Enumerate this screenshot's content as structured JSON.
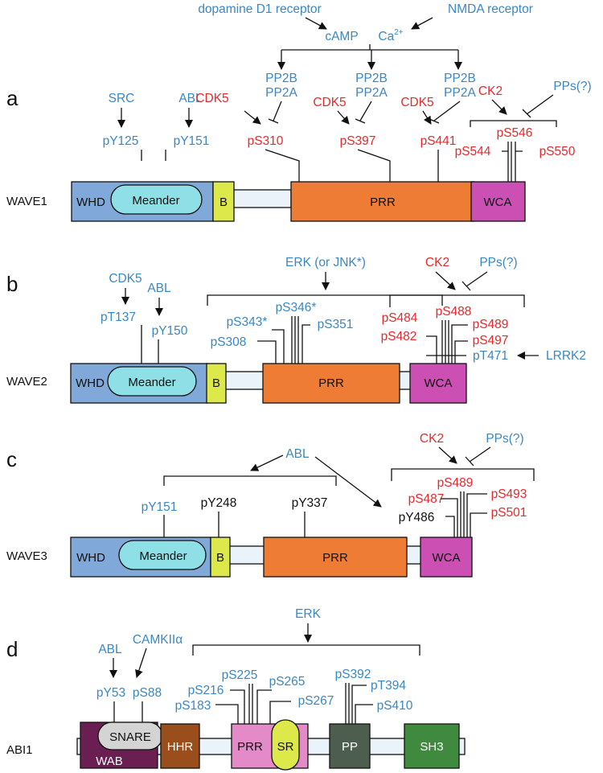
{
  "colors": {
    "blue_label": "#3a87c4",
    "red_label": "#e8292c",
    "whd": "#80a8d8",
    "meander": "#8ee0e6",
    "b_box": "#dde84a",
    "prr": "#ee7c34",
    "wca": "#cc4fb4",
    "linker": "#eaf3fa",
    "wab": "#6a1e52",
    "snare": "#d4d4d4",
    "hhr": "#9a4e1c",
    "abi_prr": "#e48ac8",
    "sr": "#dde84a",
    "pp": "#4e5e4e",
    "sh3": "#3f8a3f"
  },
  "panels": {
    "a": {
      "letter": "a",
      "protein": "WAVE1",
      "domains": {
        "whd": "WHD",
        "meander": "Meander",
        "b": "B",
        "prr": "PRR",
        "wca": "WCA"
      },
      "upstream": {
        "d1": "dopamine D1 receptor",
        "nmda": "NMDA receptor",
        "camp": "cAMP",
        "ca": "Ca",
        "ca_sup": "2+"
      },
      "phosphatases": {
        "pp2b": "PP2B",
        "pp2a": "PP2A"
      },
      "kinases": {
        "src": "SRC",
        "abl": "ABL",
        "cdk5": "CDK5",
        "ck2": "CK2",
        "pps": "PPs(?)"
      },
      "sites": {
        "y125": "pY125",
        "y151": "pY151",
        "s310": "pS310",
        "s397": "pS397",
        "s441": "pS441",
        "s544": "pS544",
        "s546": "pS546",
        "s550": "pS550"
      }
    },
    "b": {
      "letter": "b",
      "protein": "WAVE2",
      "domains": {
        "whd": "WHD",
        "meander": "Meander",
        "b": "B",
        "prr": "PRR",
        "wca": "WCA"
      },
      "kinases": {
        "cdk5": "CDK5",
        "abl": "ABL",
        "erk": "ERK (or JNK*)",
        "ck2": "CK2",
        "pps": "PPs(?)",
        "lrrk2": "LRRK2"
      },
      "sites": {
        "t137": "pT137",
        "y150": "pY150",
        "s308": "pS308",
        "s343": "pS343*",
        "s346": "pS346*",
        "s351": "pS351",
        "s484": "pS484",
        "s488": "pS488",
        "s482": "pS482",
        "s489": "pS489",
        "s497": "pS497",
        "t471": "pT471"
      }
    },
    "c": {
      "letter": "c",
      "protein": "WAVE3",
      "domains": {
        "whd": "WHD",
        "meander": "Meander",
        "b": "B",
        "prr": "PRR",
        "wca": "WCA"
      },
      "kinases": {
        "abl": "ABL",
        "ck2": "CK2",
        "pps": "PPs(?)"
      },
      "sites": {
        "y151": "pY151",
        "y248": "pY248",
        "y337": "pY337",
        "y486": "pY486",
        "s487": "pS487",
        "s489": "pS489",
        "s493": "pS493",
        "s501": "pS501"
      }
    },
    "d": {
      "letter": "d",
      "protein": "ABI1",
      "domains": {
        "wab": "WAB",
        "snare": "SNARE",
        "hhr": "HHR",
        "prr": "PRR",
        "sr": "SR",
        "pp": "PP",
        "sh3": "SH3"
      },
      "kinases": {
        "abl": "ABL",
        "camkii": "CAMKIIα",
        "erk": "ERK"
      },
      "sites": {
        "y53": "pY53",
        "s88": "pS88",
        "s225": "pS225",
        "s265": "pS265",
        "s216": "pS216",
        "s183": "pS183",
        "s267": "pS267",
        "s392": "pS392",
        "t394": "pT394",
        "s410": "pS410"
      }
    }
  }
}
